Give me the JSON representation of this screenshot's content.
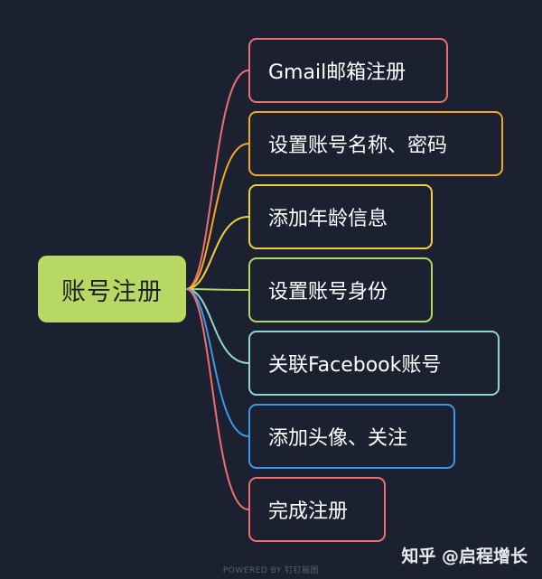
{
  "mindmap": {
    "root": {
      "label": "账号注册",
      "color": "#b7d963"
    },
    "branches": [
      {
        "label": "Gmail邮箱注册",
        "color": "#ee6f6f"
      },
      {
        "label": "设置账号名称、密码",
        "color": "#f5a623"
      },
      {
        "label": "添加年龄信息",
        "color": "#f2ce3d"
      },
      {
        "label": "设置账号身份",
        "color": "#b4d65f"
      },
      {
        "label": "关联Facebook账号",
        "color": "#8fd5d2"
      },
      {
        "label": "添加头像、关注",
        "color": "#3f97e8"
      },
      {
        "label": "完成注册",
        "color": "#ee6f6f"
      }
    ]
  },
  "watermark": "知乎 @启程增长",
  "footer": "POWERED BY 钉钉脑图"
}
